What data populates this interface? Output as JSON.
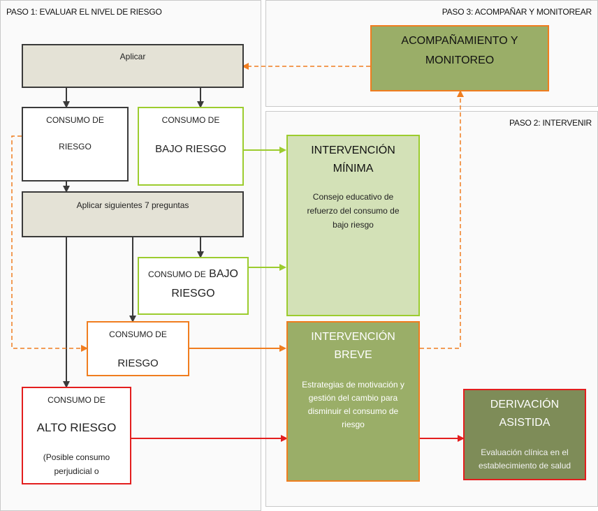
{
  "panels": {
    "paso1": "PASO 1: EVALUAR EL NIVEL DE RIESGO",
    "paso2": "PASO 2: INTERVENIR",
    "paso3": "PASO 3: ACOMPAÑAR Y MONITOREAR"
  },
  "boxes": {
    "aplicar": "Aplicar",
    "consumo_riesgo_1": {
      "line1": "CONSUMO DE",
      "line2": "RIESGO"
    },
    "consumo_bajo_1": {
      "line1": "CONSUMO DE",
      "line2": "BAJO RIESGO"
    },
    "aplicar_7": "Aplicar siguientes 7 preguntas",
    "consumo_bajo_2": {
      "line1a": "CONSUMO DE",
      "line1b": "BAJO",
      "line2": "RIESGO"
    },
    "consumo_riesgo_2": {
      "line1": "CONSUMO DE",
      "line2": "RIESGO"
    },
    "consumo_alto": {
      "line1": "CONSUMO DE",
      "line2": "ALTO RIESGO",
      "line3": "(Posible consumo",
      "line4": "perjudicial o"
    },
    "intervencion_minima": {
      "title1": "INTERVENCIÓN",
      "title2": "MÍNIMA",
      "desc1": "Consejo educativo de",
      "desc2": "refuerzo del consumo de",
      "desc3": "bajo riesgo"
    },
    "intervencion_breve": {
      "title1": "INTERVENCIÓN",
      "title2": "BREVE",
      "desc1": "Estrategias de motivación y",
      "desc2": "gestión del cambio para",
      "desc3": "disminuir el consumo de",
      "desc4": "riesgo"
    },
    "derivacion": {
      "title1": "DERIVACIÓN",
      "title2": "ASISTIDA",
      "desc1": "Evaluación clínica en el",
      "desc2": "establecimiento de salud"
    },
    "acompanamiento": {
      "title1": "ACOMPAÑAMIENTO Y",
      "title2": "MONITOREO"
    }
  },
  "colors": {
    "dark_arrow": "#3a3a3a",
    "green_arrow": "#9ccc2e",
    "orange_arrow": "#f07d1f",
    "red_arrow": "#e31e1e"
  }
}
